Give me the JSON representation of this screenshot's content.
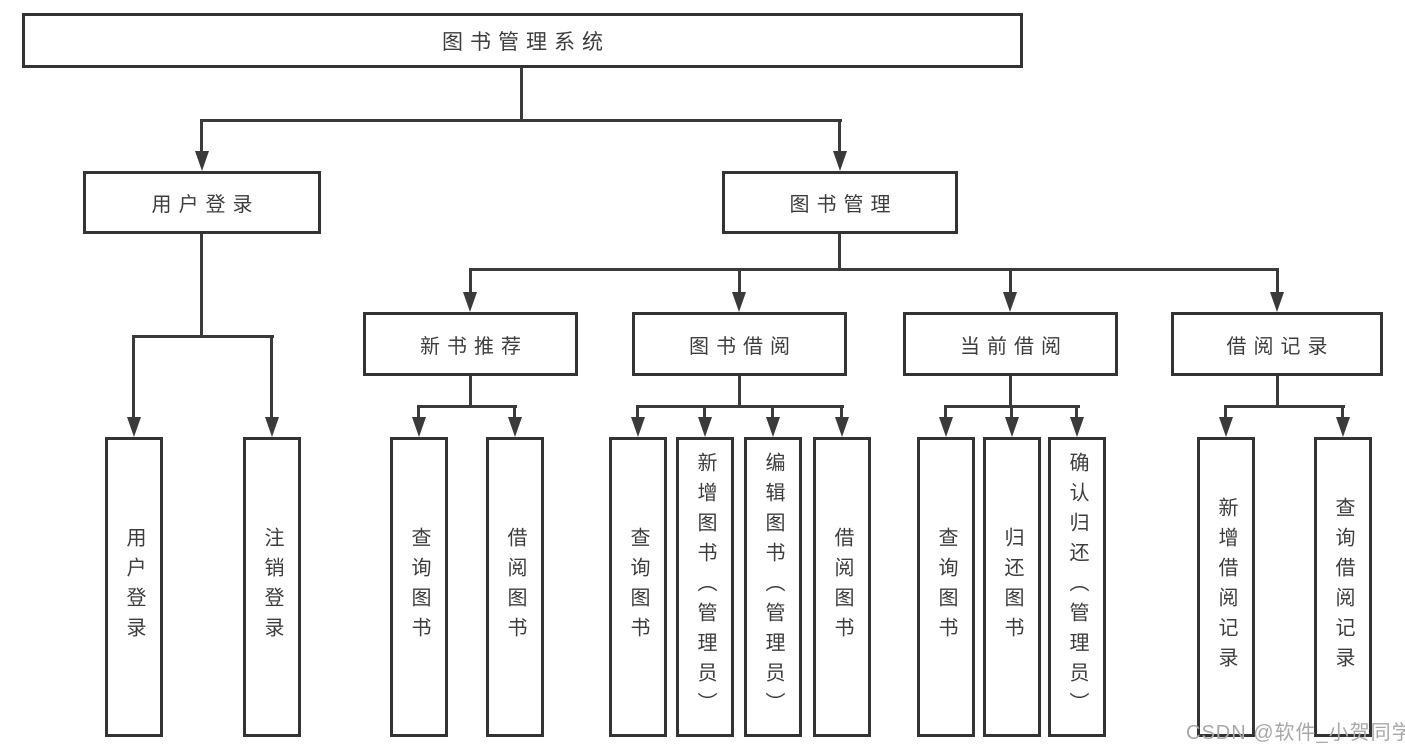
{
  "tree": {
    "root": {
      "label": "图书管理系统"
    },
    "branches": [
      {
        "label": "用户登录",
        "children": [
          {
            "label": "用户登录"
          },
          {
            "label": "注销登录"
          }
        ]
      },
      {
        "label": "图书管理",
        "children": [
          {
            "label": "新书推荐",
            "children": [
              {
                "label": "查询图书"
              },
              {
                "label": "借阅图书"
              }
            ]
          },
          {
            "label": "图书借阅",
            "children": [
              {
                "label": "查询图书"
              },
              {
                "label": "新增图书（管理员）"
              },
              {
                "label": "编辑图书（管理员）"
              },
              {
                "label": "借阅图书"
              }
            ]
          },
          {
            "label": "当前借阅",
            "children": [
              {
                "label": "查询图书"
              },
              {
                "label": "归还图书"
              },
              {
                "label": "确认归还（管理员）"
              }
            ]
          },
          {
            "label": "借阅记录",
            "children": [
              {
                "label": "新增借阅记录"
              },
              {
                "label": "查询借阅记录"
              }
            ]
          }
        ]
      }
    ]
  },
  "watermark": {
    "text": "CSDN @软件_小贺同学"
  },
  "colors": {
    "line": "#3a3a3a",
    "box_border": "#333333",
    "box_fill": "#ffffff",
    "text": "#3d3d3d",
    "watermark": "#a8a8a8",
    "background": "#ffffff"
  }
}
